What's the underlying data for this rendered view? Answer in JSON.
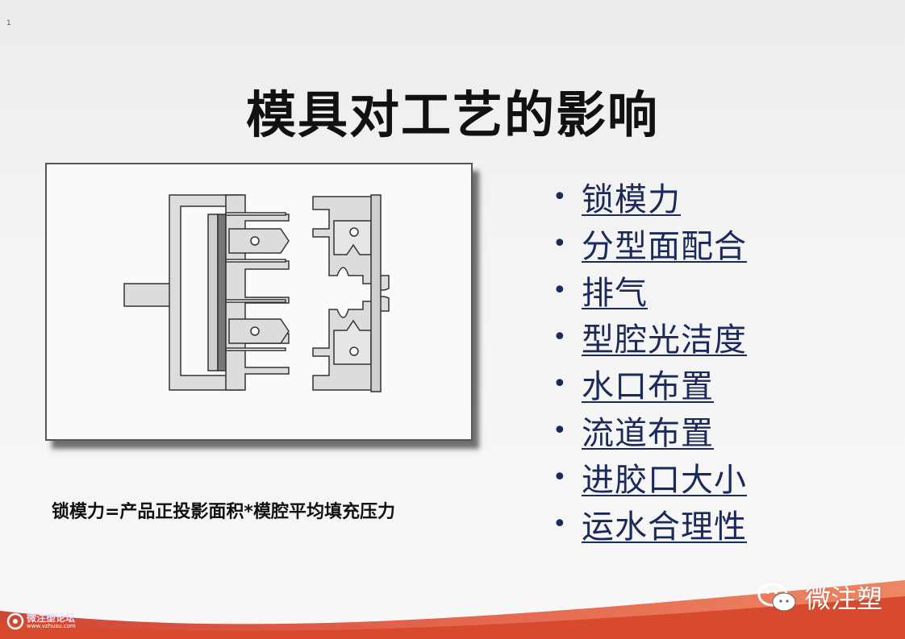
{
  "slide": {
    "corner_mark": "1",
    "title": "模具对工艺的影响",
    "formula": "锁模力=产品正投影面积*模腔平均填充压力",
    "bullets": [
      {
        "label": "锁模力"
      },
      {
        "label": "分型面配合"
      },
      {
        "label": "排气"
      },
      {
        "label": "型腔光洁度"
      },
      {
        "label": "水口布置"
      },
      {
        "label": "流道布置"
      },
      {
        "label": "进胶口大小"
      },
      {
        "label": "运水合理性"
      }
    ],
    "bullet_symbol": "•",
    "colors": {
      "bullet_text": "#1b2a5a",
      "wave": "#e2553a",
      "title": "#111111"
    }
  },
  "watermark": {
    "text": "微注塑",
    "icon": "wechat-icon"
  },
  "forum": {
    "name": "微注塑论坛",
    "url": "www.vzhusu.com",
    "icon": "forum-logo-icon"
  }
}
